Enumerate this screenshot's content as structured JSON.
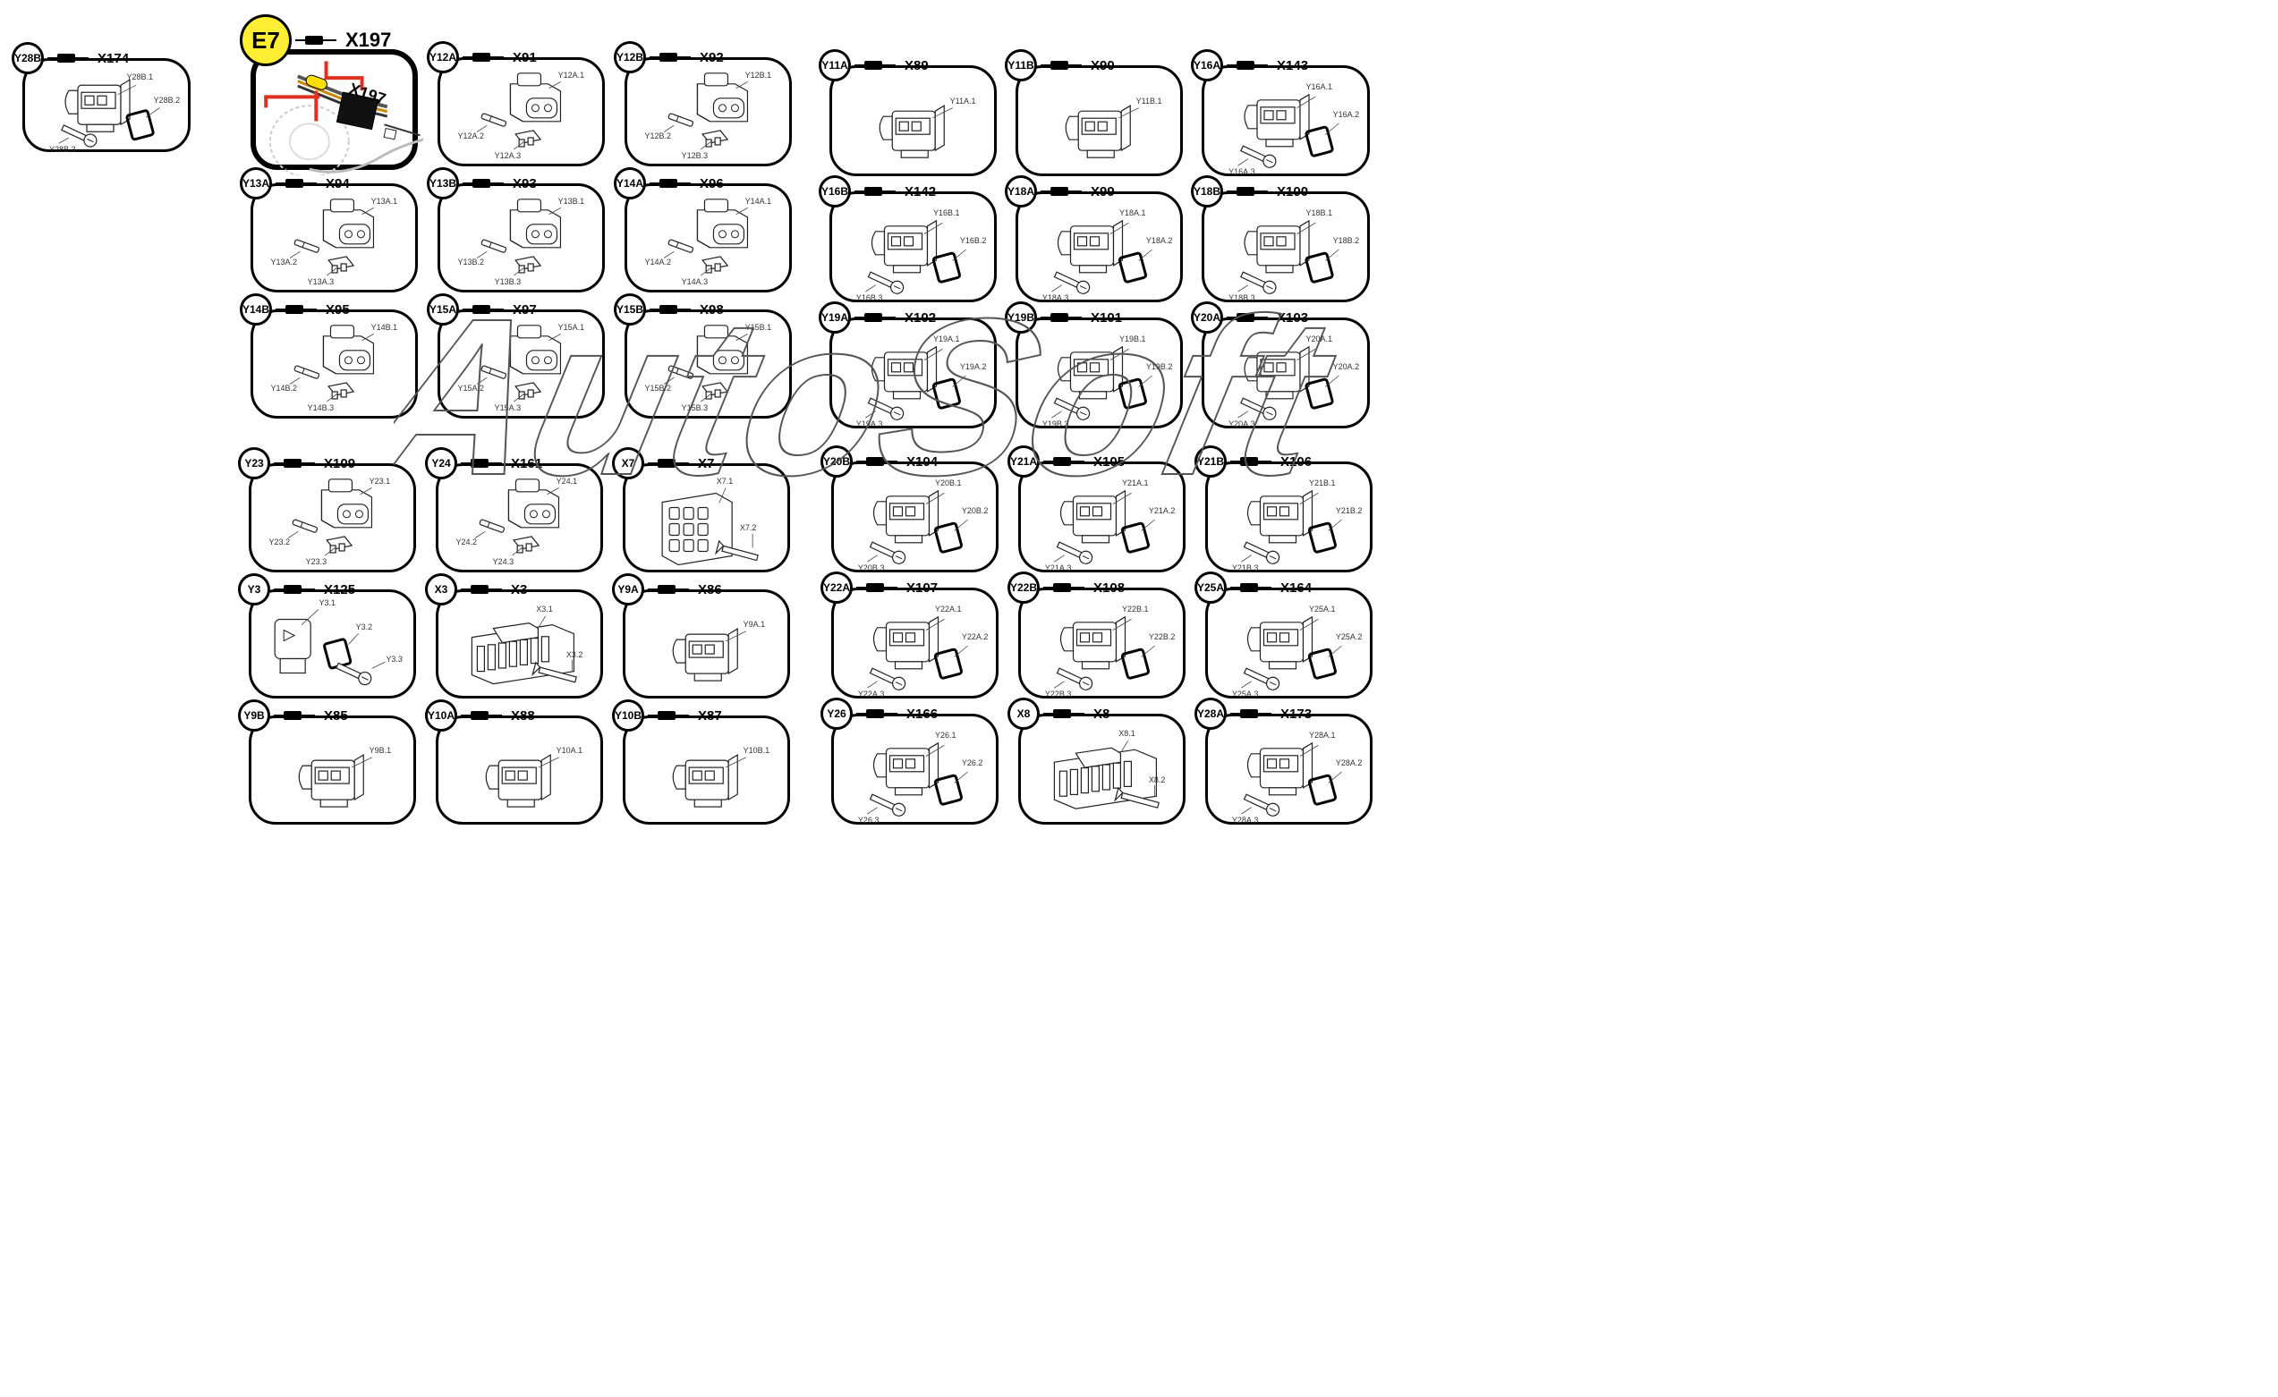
{
  "panels": [
    {
      "badge": "Y28B",
      "code": "X174",
      "kind": "jpt",
      "parts": [
        "Y28B.1",
        "Y28B.2",
        "Y28B.3"
      ]
    },
    {
      "badge": "E7",
      "code": "X197",
      "kind": "photo",
      "highlight": true,
      "parts": []
    },
    {
      "badge": "Y12A",
      "code": "X91",
      "kind": "dt",
      "parts": [
        "Y12A.1",
        "Y12A.2",
        "Y12A.3"
      ]
    },
    {
      "badge": "Y12B",
      "code": "X92",
      "kind": "dt",
      "parts": [
        "Y12B.1",
        "Y12B.2",
        "Y12B.3"
      ]
    },
    {
      "badge": "Y11A",
      "code": "X89",
      "kind": "jpt1",
      "parts": [
        "Y11A.1"
      ]
    },
    {
      "badge": "Y11B",
      "code": "X90",
      "kind": "jpt1",
      "parts": [
        "Y11B.1"
      ]
    },
    {
      "badge": "Y16A",
      "code": "X143",
      "kind": "jpt",
      "parts": [
        "Y16A.1",
        "Y16A.2",
        "Y16A.3"
      ]
    },
    {
      "badge": "Y13A",
      "code": "X94",
      "kind": "dt",
      "parts": [
        "Y13A.1",
        "Y13A.2",
        "Y13A.3"
      ]
    },
    {
      "badge": "Y13B",
      "code": "X93",
      "kind": "dt",
      "parts": [
        "Y13B.1",
        "Y13B.2",
        "Y13B.3"
      ]
    },
    {
      "badge": "Y14A",
      "code": "X96",
      "kind": "dt",
      "parts": [
        "Y14A.1",
        "Y14A.2",
        "Y14A.3"
      ]
    },
    {
      "badge": "Y16B",
      "code": "X142",
      "kind": "jpt",
      "parts": [
        "Y16B.1",
        "Y16B.2",
        "Y16B.3"
      ]
    },
    {
      "badge": "Y18A",
      "code": "X99",
      "kind": "jpt",
      "parts": [
        "Y18A.1",
        "Y18A.2",
        "Y18A.3"
      ]
    },
    {
      "badge": "Y18B",
      "code": "X100",
      "kind": "jpt",
      "parts": [
        "Y18B.1",
        "Y18B.2",
        "Y18B.3"
      ]
    },
    {
      "badge": "Y14B",
      "code": "X95",
      "kind": "dt",
      "parts": [
        "Y14B.1",
        "Y14B.2",
        "Y14B.3"
      ]
    },
    {
      "badge": "Y15A",
      "code": "X97",
      "kind": "dt",
      "parts": [
        "Y15A.1",
        "Y15A.2",
        "Y15A.3"
      ]
    },
    {
      "badge": "Y15B",
      "code": "X98",
      "kind": "dt",
      "parts": [
        "Y15B.1",
        "Y15B.2",
        "Y15B.3"
      ]
    },
    {
      "badge": "Y19A",
      "code": "X102",
      "kind": "jpt",
      "parts": [
        "Y19A.1",
        "Y19A.2",
        "Y19A.3"
      ]
    },
    {
      "badge": "Y19B",
      "code": "X101",
      "kind": "jpt",
      "parts": [
        "Y19B.1",
        "Y19B.2",
        "Y19B.3"
      ]
    },
    {
      "badge": "Y20A",
      "code": "X103",
      "kind": "jpt",
      "parts": [
        "Y20A.1",
        "Y20A.2",
        "Y20A.3"
      ]
    },
    {
      "badge": "Y23",
      "code": "X109",
      "kind": "dt",
      "parts": [
        "Y23.1",
        "Y23.2",
        "Y23.3"
      ]
    },
    {
      "badge": "Y24",
      "code": "X161",
      "kind": "dt",
      "parts": [
        "Y24.1",
        "Y24.2",
        "Y24.3"
      ]
    },
    {
      "badge": "X7",
      "code": "X7",
      "kind": "multi",
      "parts": [
        "X7.1",
        "X7.2"
      ]
    },
    {
      "badge": "Y20B",
      "code": "X104",
      "kind": "jpt",
      "parts": [
        "Y20B.1",
        "Y20B.2",
        "Y20B.3"
      ]
    },
    {
      "badge": "Y21A",
      "code": "X105",
      "kind": "jpt",
      "parts": [
        "Y21A.1",
        "Y21A.2",
        "Y21A.3"
      ]
    },
    {
      "badge": "Y21B",
      "code": "X106",
      "kind": "jpt",
      "parts": [
        "Y21B.1",
        "Y21B.2",
        "Y21B.3"
      ]
    },
    {
      "badge": "Y3",
      "code": "X125",
      "kind": "din",
      "parts": [
        "Y3.1",
        "Y3.2",
        "Y3.3"
      ]
    },
    {
      "badge": "X3",
      "code": "X3",
      "kind": "ecu",
      "parts": [
        "X3.1",
        "X3.2"
      ]
    },
    {
      "badge": "Y9A",
      "code": "X86",
      "kind": "jpt1",
      "parts": [
        "Y9A.1"
      ]
    },
    {
      "badge": "Y22A",
      "code": "X107",
      "kind": "jpt",
      "parts": [
        "Y22A.1",
        "Y22A.2",
        "Y22A.3"
      ]
    },
    {
      "badge": "Y22B",
      "code": "X108",
      "kind": "jpt",
      "parts": [
        "Y22B.1",
        "Y22B.2",
        "Y22B.3"
      ]
    },
    {
      "badge": "Y25A",
      "code": "X164",
      "kind": "jpt",
      "parts": [
        "Y25A.1",
        "Y25A.2",
        "Y25A.3"
      ]
    },
    {
      "badge": "Y9B",
      "code": "X85",
      "kind": "jpt1",
      "parts": [
        "Y9B.1"
      ]
    },
    {
      "badge": "Y10A",
      "code": "X88",
      "kind": "jpt1",
      "parts": [
        "Y10A.1"
      ]
    },
    {
      "badge": "Y10B",
      "code": "X87",
      "kind": "jpt1",
      "parts": [
        "Y10B.1"
      ]
    },
    {
      "badge": "Y26",
      "code": "X166",
      "kind": "jpt",
      "parts": [
        "Y26.1",
        "Y26.2",
        "Y26.3"
      ]
    },
    {
      "badge": "X8",
      "code": "X8",
      "kind": "ecu",
      "parts": [
        "X8.1",
        "X8.2"
      ]
    },
    {
      "badge": "Y28A",
      "code": "X173",
      "kind": "jpt",
      "parts": [
        "Y28A.1",
        "Y28A.2",
        "Y28A.3"
      ]
    }
  ],
  "photo_labels": {
    "tag": "E7",
    "code": "X197"
  },
  "watermark": "AutoSoft",
  "colors": {
    "highlight_badge": "#ffee33",
    "photo_arrow": "#e03020",
    "photo_tag": "#ffe000"
  }
}
